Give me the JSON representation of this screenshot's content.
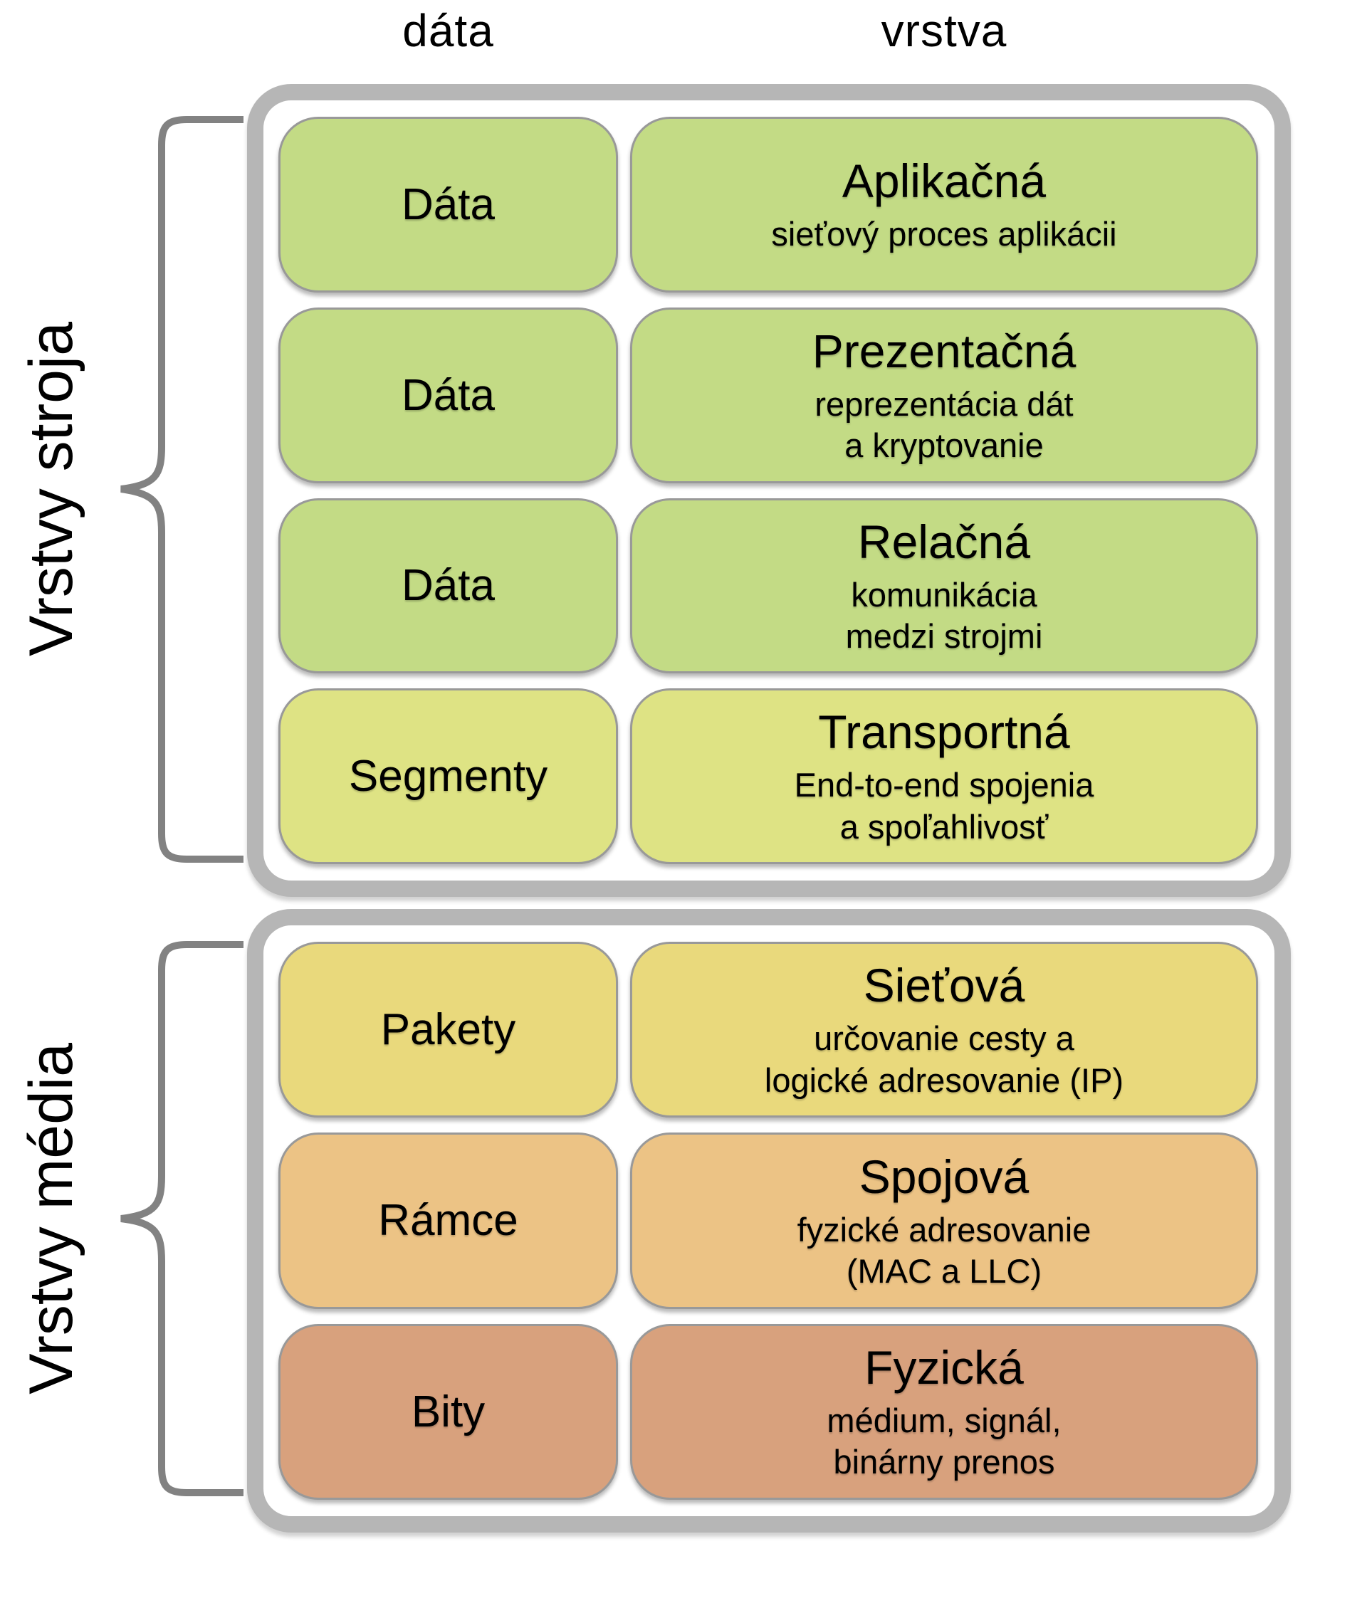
{
  "headers": {
    "data_column": "dáta",
    "layer_column": "vrstva"
  },
  "colors": {
    "machine_row_fill": "#c3db85",
    "transport_row_fill": "#dee384",
    "network_row_fill": "#e9d97c",
    "datalink_row_fill": "#ecc385",
    "physical_row_fill": "#d8a17d",
    "outer_border": "#b6b6b6",
    "box_border": "#999999",
    "brace": "#828282"
  },
  "groups": [
    {
      "side_label": "Vrstvy stroja",
      "rows": [
        {
          "pdu": "Dáta",
          "layer": "Aplikačná",
          "description": [
            "sieťový proces aplikácii"
          ],
          "fill": "#c3db85"
        },
        {
          "pdu": "Dáta",
          "layer": "Prezentačná",
          "description": [
            "reprezentácia dát",
            "a kryptovanie"
          ],
          "fill": "#c3db85"
        },
        {
          "pdu": "Dáta",
          "layer": "Relačná",
          "description": [
            "komunikácia",
            "medzi strojmi"
          ],
          "fill": "#c3db85"
        },
        {
          "pdu": "Segmenty",
          "layer": "Transportná",
          "description": [
            "End-to-end spojenia",
            "a spoľahlivosť"
          ],
          "fill": "#dee384"
        }
      ]
    },
    {
      "side_label": "Vrstvy média",
      "rows": [
        {
          "pdu": "Pakety",
          "layer": "Sieťová",
          "description": [
            "určovanie cesty a",
            "logické adresovanie (IP)"
          ],
          "fill": "#e9d97c"
        },
        {
          "pdu": "Rámce",
          "layer": "Spojová",
          "description": [
            "fyzické adresovanie",
            "(MAC a LLC)"
          ],
          "fill": "#ecc385"
        },
        {
          "pdu": "Bity",
          "layer": "Fyzická",
          "description": [
            "médium, signál,",
            "binárny prenos"
          ],
          "fill": "#d8a17d"
        }
      ]
    }
  ]
}
